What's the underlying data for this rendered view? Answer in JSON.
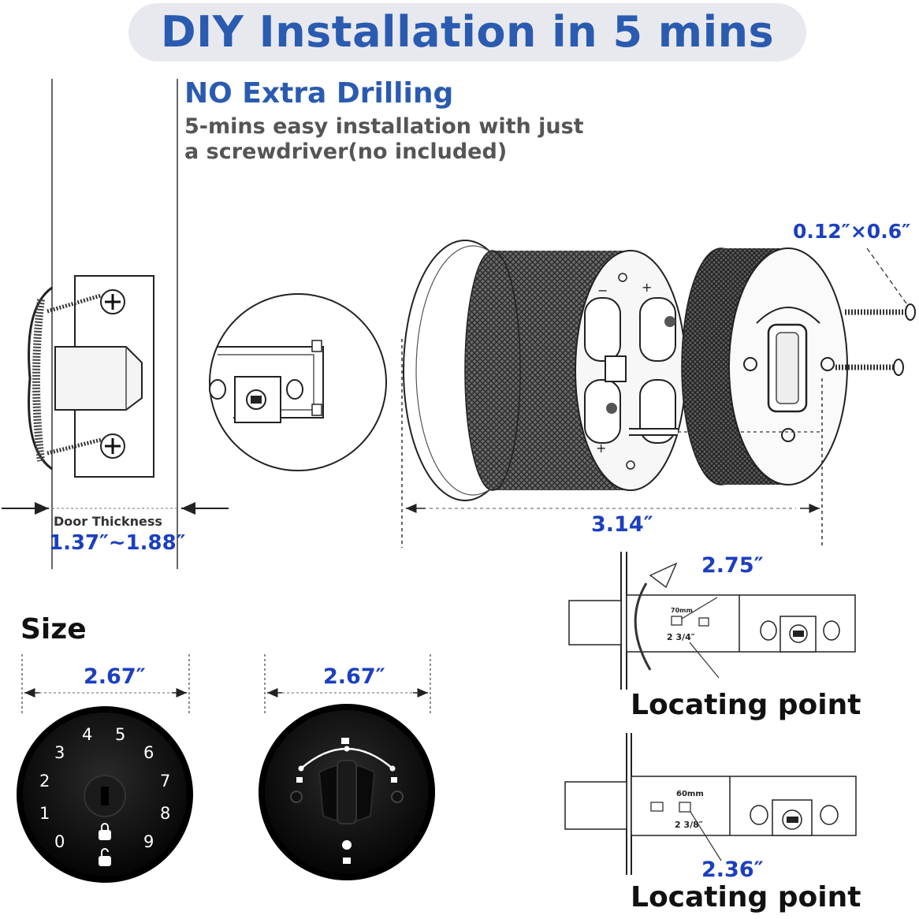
{
  "header": {
    "title": "DIY Installation in 5 mins"
  },
  "feature": {
    "heading": "NO Extra Drilling",
    "desc_line1": "5-mins easy installation with just",
    "desc_line2": "a screwdriver(no included)"
  },
  "door": {
    "label": "Door Thickness",
    "value": "1.37″~1.88″"
  },
  "lock_depth": "3.14″",
  "screw_size": "0.12″×0.6″",
  "size_section": {
    "title": "Size",
    "keypad_width": "2.67″",
    "inner_width": "2.67″",
    "keypad_keys": [
      "4",
      "5",
      "3",
      "6",
      "2",
      "7",
      "1",
      "8",
      "0",
      "9"
    ]
  },
  "latch_top": {
    "backset": "2.75″",
    "mm_label": "70mm",
    "frac_label": "2 3/4″",
    "caption": "Locating point"
  },
  "latch_bottom": {
    "backset": "2.36″",
    "mm_label": "60mm",
    "frac_label": "2 3/8″",
    "caption": "Locating point"
  },
  "colors": {
    "title_blue": "#2a5bb0",
    "dimension_blue": "#1c3fbf",
    "title_bg": "#e8e9ee",
    "lock_black": "#0d0d0d"
  }
}
